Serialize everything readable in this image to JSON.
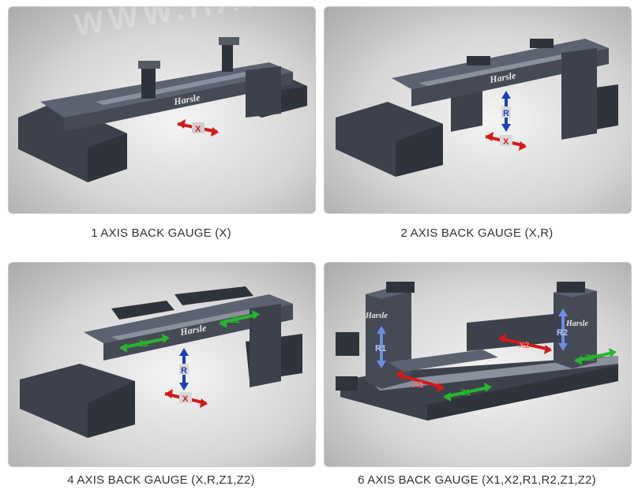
{
  "watermark": "WWW.HARSLE",
  "brand": "Harsle",
  "panels": [
    {
      "caption": "1 AXIS BACK GAUGE (X)",
      "axes": [
        "X"
      ]
    },
    {
      "caption": "2 AXIS BACK GAUGE (X,R)",
      "axes": [
        "R",
        "X"
      ]
    },
    {
      "caption": "4 AXIS BACK GAUGE (X,R,Z1,Z2)",
      "axes": [
        "Z1",
        "Z2",
        "R",
        "X"
      ]
    },
    {
      "caption": "6 AXIS BACK GAUGE (X1,X2,R1,R2,Z1,Z2)",
      "axes": [
        "R1",
        "R2",
        "X1",
        "X2",
        "Z1",
        "Z2"
      ]
    }
  ],
  "colors": {
    "frame": "#454a55",
    "frame_dark": "#2f333b",
    "frame_light": "#5c6270",
    "x_arrow": "#d21a1a",
    "r_arrow": "#1d3fb8",
    "z_arrow": "#28b42d"
  }
}
